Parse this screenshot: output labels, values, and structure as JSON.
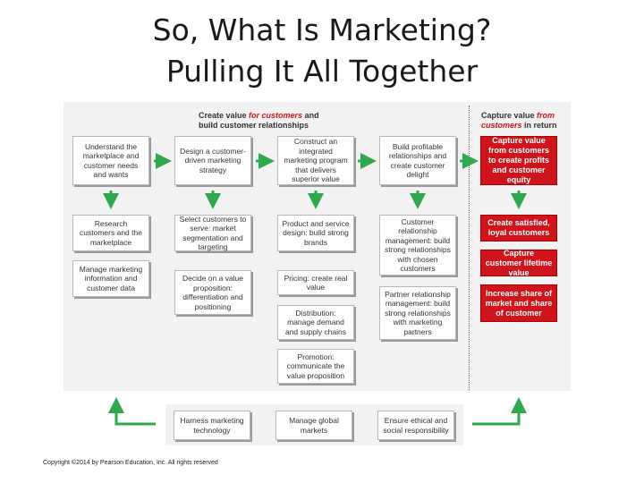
{
  "slide": {
    "title_line1": "So, What Is Marketing?",
    "title_line2": "Pulling It All Together",
    "copyright": "Copyright ©2014 by Pearson Education, Inc. All rights reserved"
  },
  "header_left": {
    "part1": "Create value ",
    "part2": "for customers",
    "part3": " and",
    "line2": "build customer relationships"
  },
  "header_right": {
    "part1": "Capture value ",
    "part2": "from",
    "line2_part1": "customers",
    "line2_part2": " in return"
  },
  "step1": {
    "main": "Understand the marketplace and customer needs and wants",
    "sub": [
      "Research customers and the marketplace",
      "Manage marketing information and customer data"
    ]
  },
  "step2": {
    "main": "Design a customer-driven marketing strategy",
    "sub": [
      "Select customers to serve: market segmentation and targeting",
      "Decide on a value proposition: differentiation and positioning"
    ]
  },
  "step3": {
    "main": "Construct an integrated marketing program that delivers superior value",
    "sub": [
      "Product and service design: build strong brands",
      "Pricing: create real value",
      "Distribution: manage demand and supply chains",
      "Promotion: communicate the value proposition"
    ]
  },
  "step4": {
    "main": "Build profitable relationships and create customer delight",
    "sub": [
      "Customer relationship management: build strong relationships with chosen customers",
      "Partner relationship management: build strong relationships with marketing partners"
    ]
  },
  "step5": {
    "main": "Capture value from customers to create profits and customer equity",
    "sub": [
      "Create satisfied, loyal customers",
      "Capture customer lifetime value",
      "Increase share of market and share of customer"
    ]
  },
  "bottom": [
    "Harness marketing technology",
    "Manage global markets",
    "Ensure ethical and social responsibility"
  ],
  "colors": {
    "accent_red": "#d0141b",
    "arrow_green": "#2fa84f",
    "panel_gray": "#f2f2f2"
  }
}
